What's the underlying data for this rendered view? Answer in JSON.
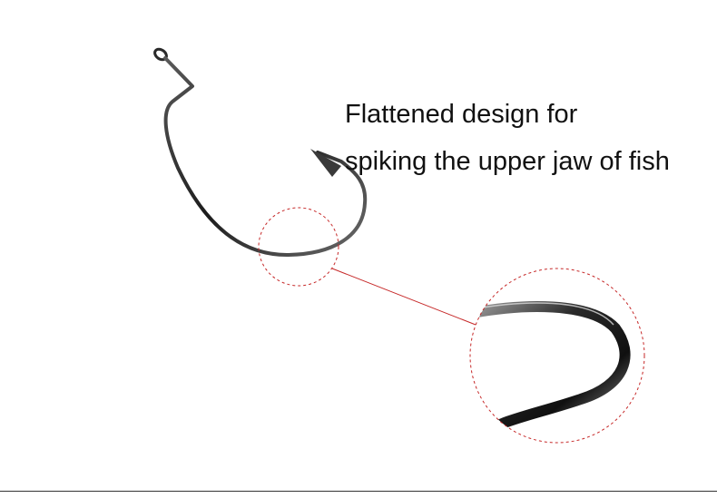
{
  "caption": {
    "line1": "Flattened design for",
    "line2": "spiking the upper jaw of fish"
  },
  "colors": {
    "background": "#ffffff",
    "hook_metal": "#2a2a2a",
    "highlight_circle": "#c62828",
    "connector_line": "#c62828",
    "caption_text": "#111111"
  },
  "image": {
    "subject": "offset worm fishing hook",
    "detail_view": "magnified view of the flattened hook bend"
  }
}
